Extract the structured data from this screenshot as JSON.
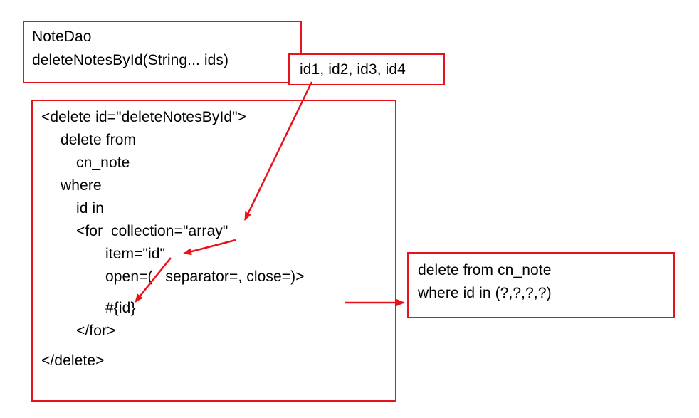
{
  "dao_box": {
    "class_name": "NoteDao",
    "method": "deleteNotesById(String... ids)"
  },
  "ids_box": {
    "text": "id1, id2, id3, id4"
  },
  "xml_box": {
    "lines": [
      "<delete id=\"deleteNotesById\">",
      "delete from",
      "cn_note",
      "where",
      "id in",
      "<for  collection=\"array\"",
      "item=\"id\"",
      "open=(   separator=, close=)>",
      "#{id}",
      "</for>",
      "</delete>"
    ]
  },
  "sql_box": {
    "line1": "delete from cn_note",
    "line2": "where id in (?,?,?,?)"
  },
  "colors": {
    "accent": "#e8121b",
    "text": "#000000"
  }
}
